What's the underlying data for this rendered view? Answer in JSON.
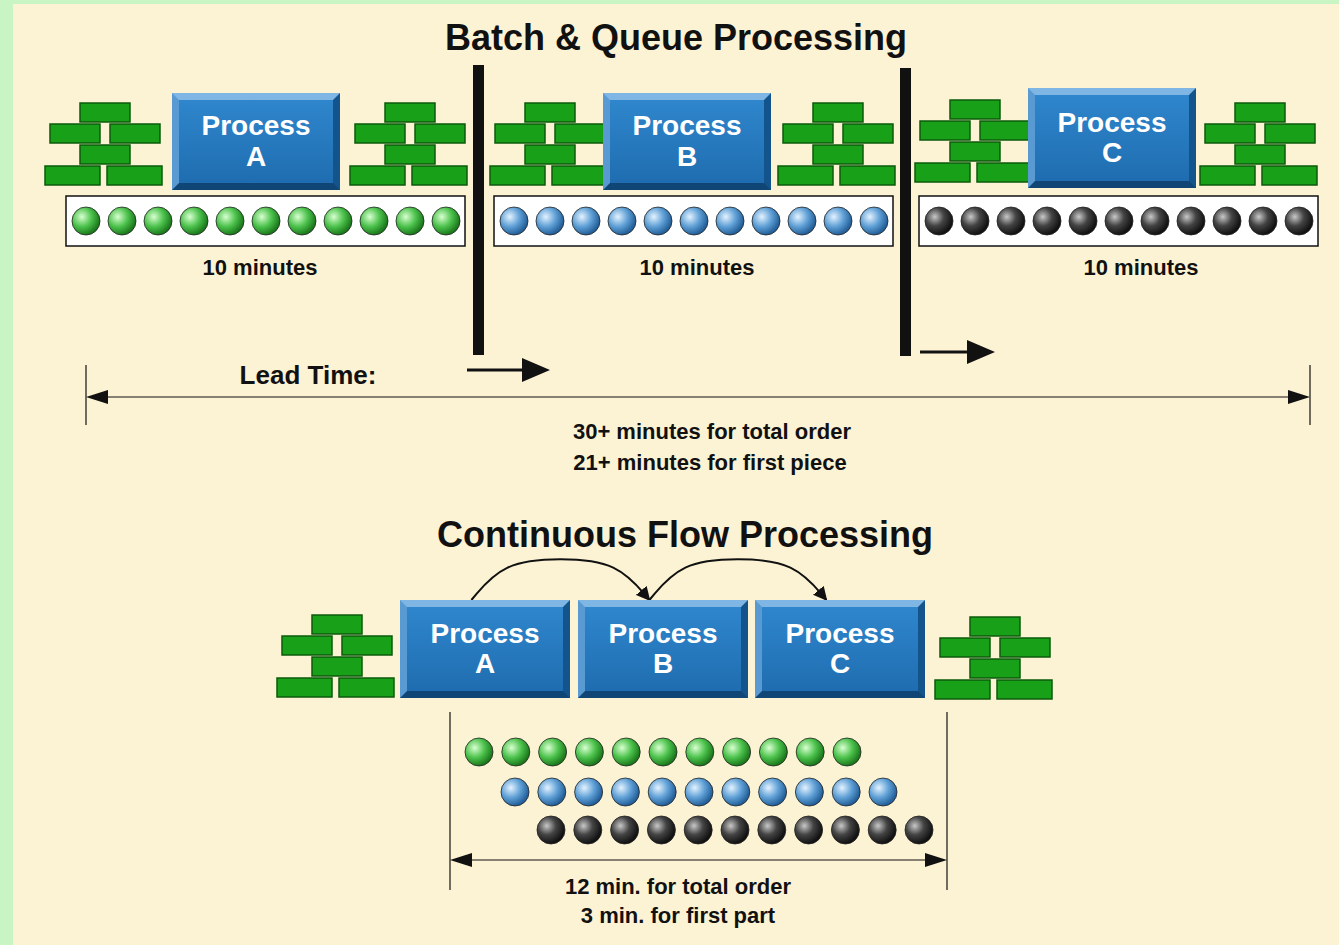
{
  "diagram": {
    "title": "Batch & Queue Processing",
    "nodes": [
      {
        "text": [
          "Process A"
        ]
      },
      {
        "text": [
          "Process B"
        ]
      },
      {
        "text": [
          "Process C"
        ]
      },
      {
        "text": [
          "Process A"
        ]
      },
      {
        "text": [
          "Process B"
        ]
      },
      {
        "text": [
          "Process C"
        ]
      }
    ],
    "edges": [
      {
        "from": 3,
        "to": 4,
        "arrow": "to"
      },
      {
        "from": 4,
        "to": 5,
        "arrow": "to"
      }
    ],
    "labels": [
      "10 minutes",
      "10 minutes",
      "10 minutes",
      "Lead Time:",
      "30+ minutes for total order",
      "21+ minutes for first piece",
      "Continuous Flow Processing",
      "12 min. for total order",
      "3 min. for first part"
    ]
  }
}
